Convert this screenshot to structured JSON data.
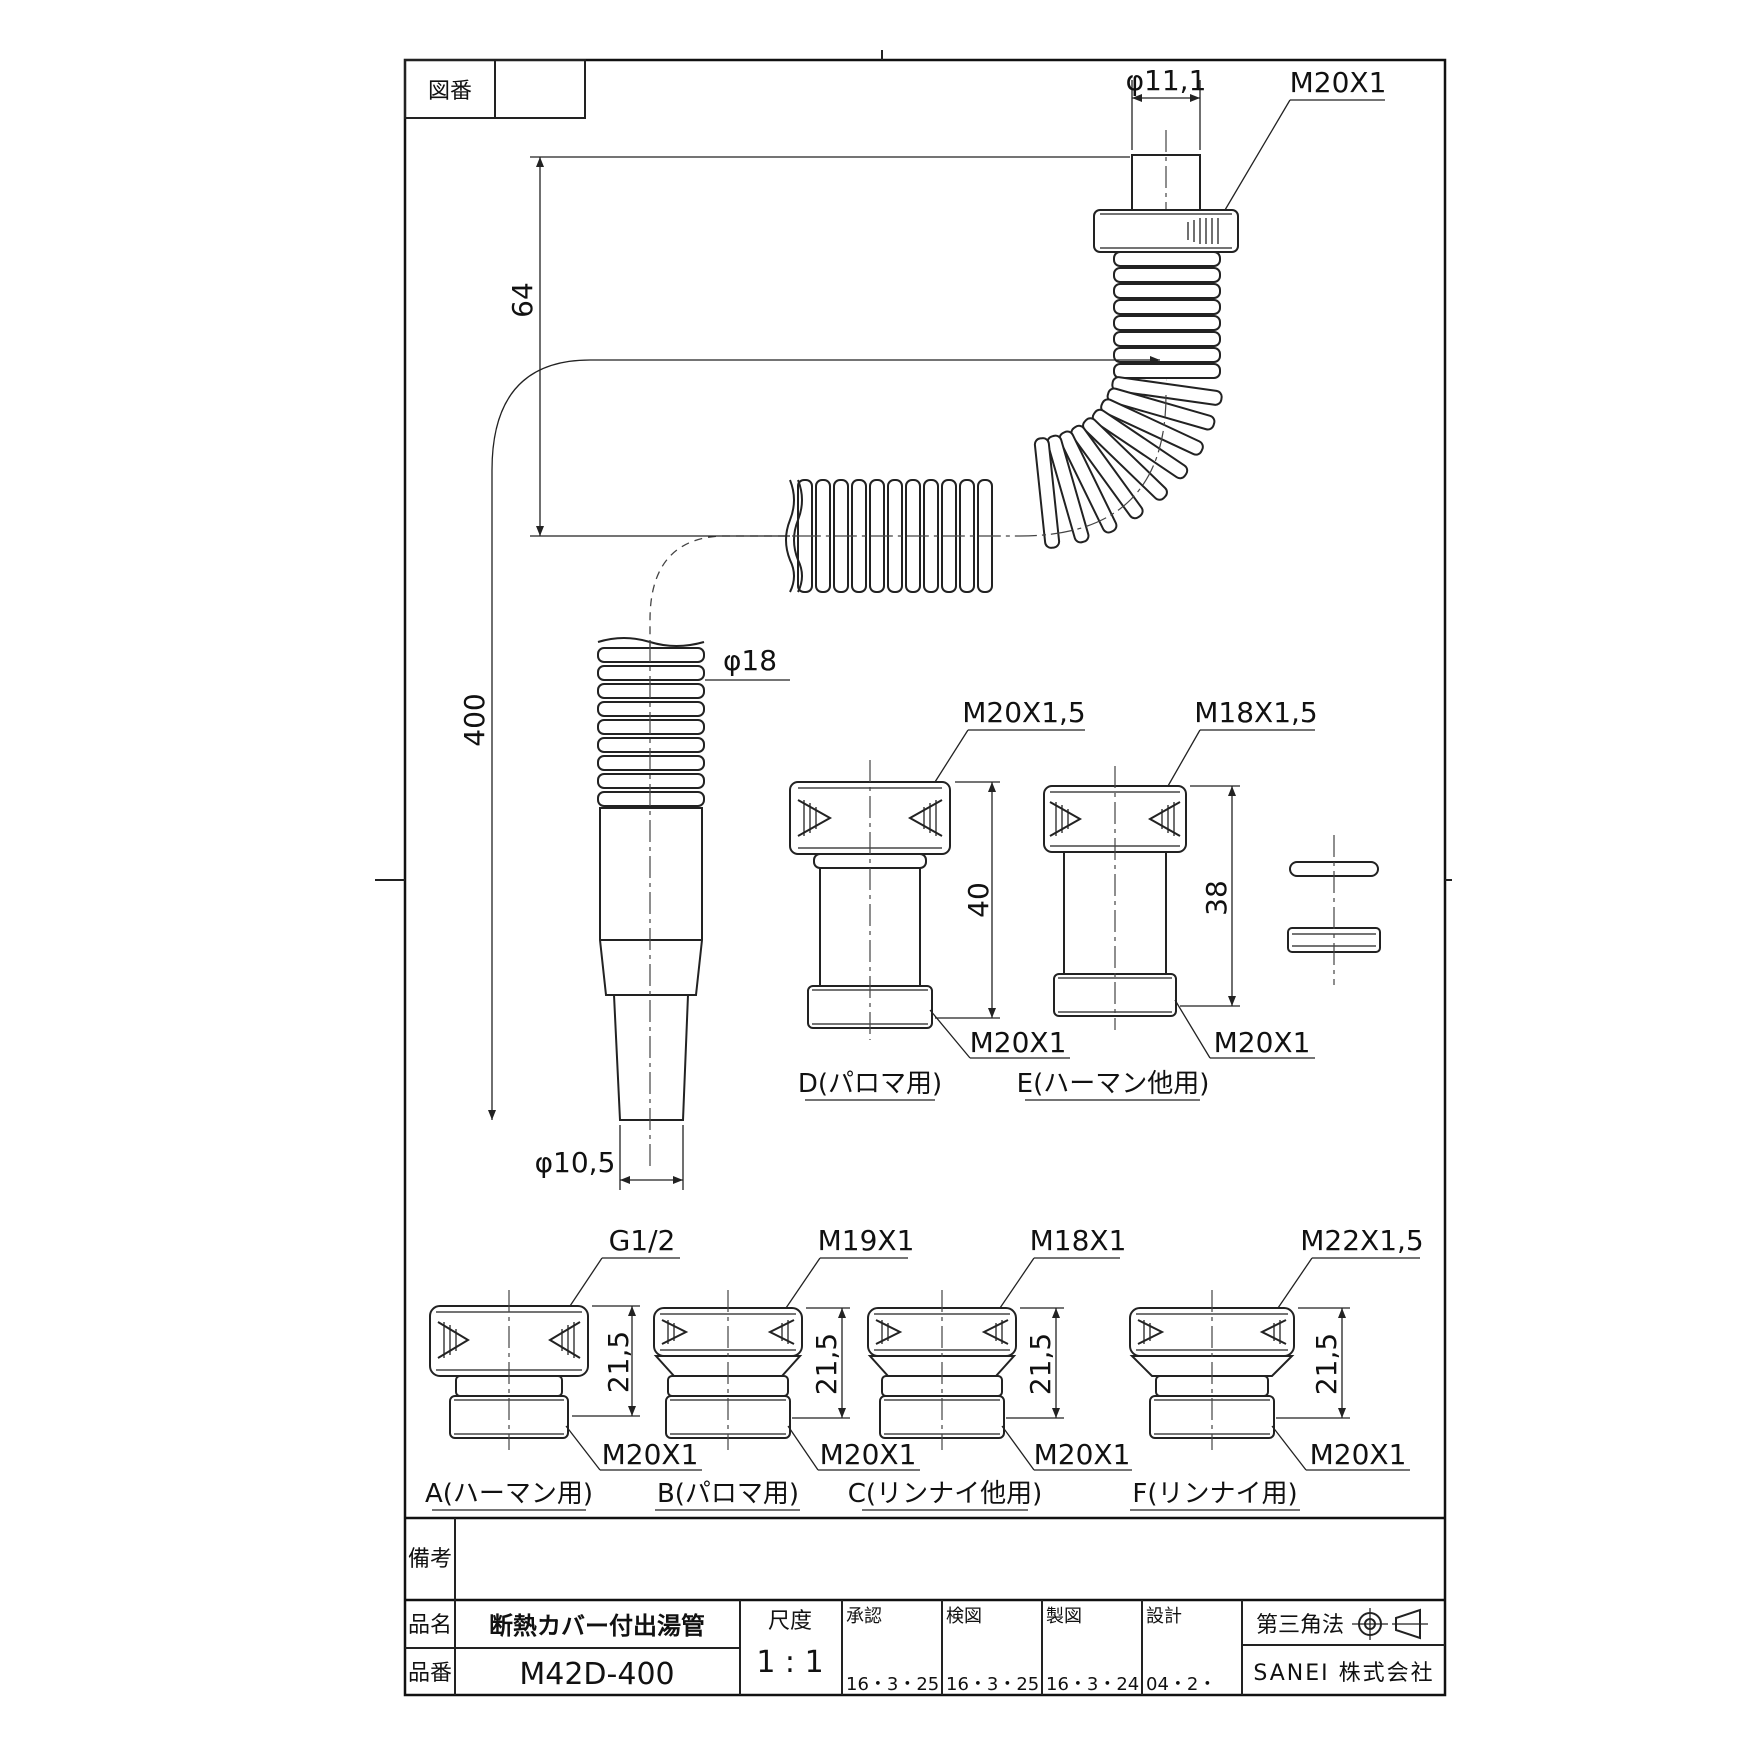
{
  "title_block": {
    "drawing_no_label": "図番",
    "remarks_label": "備考",
    "name_label": "品名",
    "name_value": "断熱カバー付出湯管",
    "part_no_label": "品番",
    "part_no_value": "M42D-400",
    "scale_label": "尺度",
    "scale_value": "1 : 1",
    "approve_label": "承認",
    "approve_date": "16・3・25",
    "check_label": "検図",
    "check_date": "16・3・25",
    "draw_label": "製図",
    "draw_date": "16・3・24",
    "design_label": "設計",
    "design_date": "04・2・",
    "projection": "第三角法",
    "company": "SANEI 株式会社"
  },
  "main_dims": {
    "top_dia": "φ11,1",
    "top_thread": "M20X1",
    "height": "64",
    "length": "400",
    "hose_dia": "φ18",
    "tip_dia": "φ10,5"
  },
  "adapters_mid": [
    {
      "name": "D(パロマ用)",
      "top_thread": "M20X1,5",
      "height": "40",
      "bottom_thread": "M20X1"
    },
    {
      "name": "E(ハーマン他用)",
      "top_thread": "M18X1,5",
      "height": "38",
      "bottom_thread": "M20X1"
    }
  ],
  "adapters_bottom": [
    {
      "name": "A(ハーマン用)",
      "top_thread": "G1/2",
      "height": "21,5",
      "bottom_thread": "M20X1"
    },
    {
      "name": "B(パロマ用)",
      "top_thread": "M19X1",
      "height": "21,5",
      "bottom_thread": "M20X1"
    },
    {
      "name": "C(リンナイ他用)",
      "top_thread": "M18X1",
      "height": "21,5",
      "bottom_thread": "M20X1"
    },
    {
      "name": "F(リンナイ用)",
      "top_thread": "M22X1,5",
      "height": "21,5",
      "bottom_thread": "M20X1"
    }
  ]
}
